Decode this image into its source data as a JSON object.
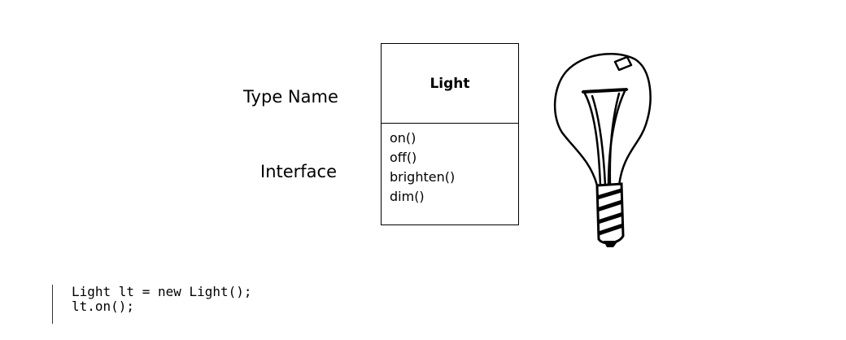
{
  "diagram": {
    "type_name_label": "Type Name",
    "interface_label": "Interface",
    "class_box": {
      "name": "Light",
      "methods": [
        "on()",
        "off()",
        "brighten()",
        "dim()"
      ]
    },
    "illustration": "light-bulb"
  },
  "code": {
    "lines": [
      "Light lt = new Light();",
      "lt.on();"
    ]
  }
}
